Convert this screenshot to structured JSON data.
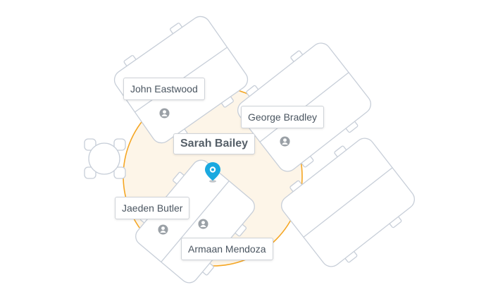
{
  "map": {
    "zone_color": "#f5a623",
    "zone_fill": "#fdf5e8",
    "furniture_stroke": "#c7ced8",
    "person_icon_color": "#9aa0a6",
    "pin_color": "#1aa9e0"
  },
  "focus": {
    "name": "Sarah Bailey",
    "icon": "location-pin-icon"
  },
  "people": [
    {
      "name": "John Eastwood",
      "icon": "person-icon"
    },
    {
      "name": "George Bradley",
      "icon": "person-icon"
    },
    {
      "name": "Jaeden Butler",
      "icon": "person-icon"
    },
    {
      "name": "Armaan Mendoza",
      "icon": "person-icon"
    }
  ]
}
